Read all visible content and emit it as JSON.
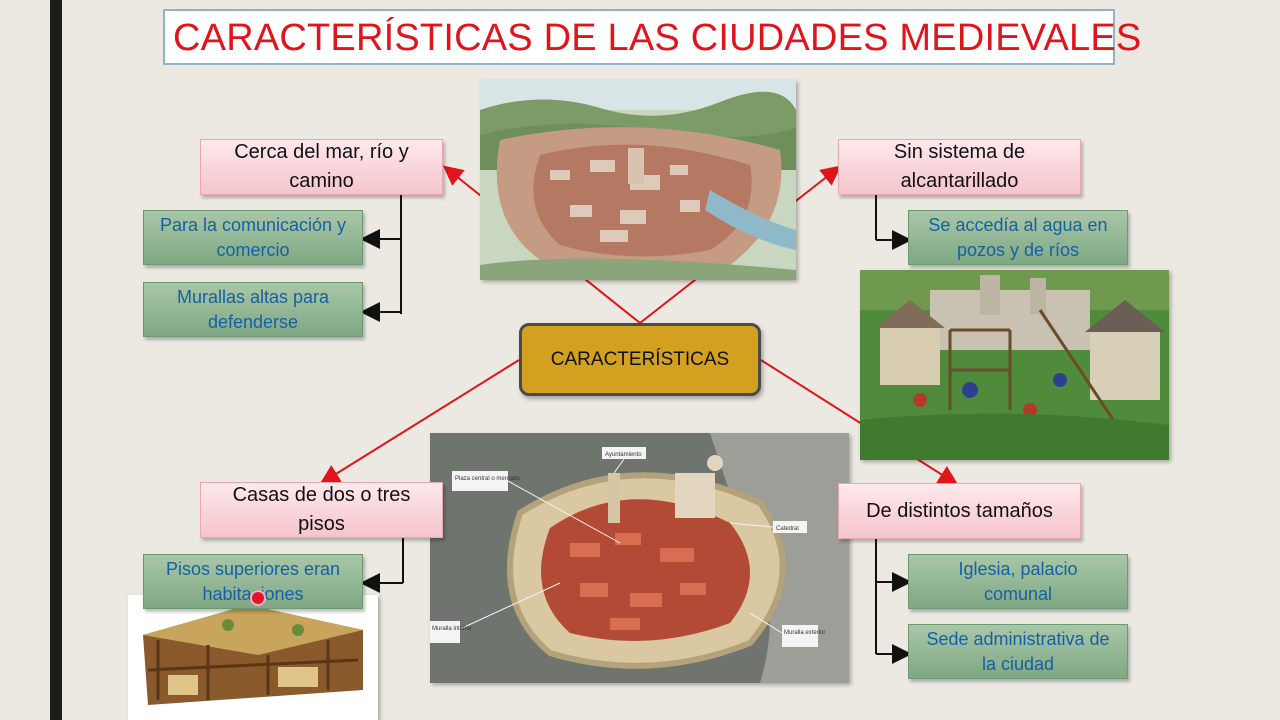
{
  "title": "CARACTERÍSTICAS DE LAS CIUDADES MEDIEVALES",
  "center": "CARACTERÍSTICAS",
  "branches": {
    "top_left": {
      "label": "Cerca del mar, río y camino",
      "items": [
        "Para la comunicación y comercio",
        "Murallas altas para defenderse"
      ]
    },
    "top_right": {
      "label": "Sin sistema de alcantarillado",
      "items": [
        "Se accedía al agua en pozos y de ríos"
      ]
    },
    "bottom_left": {
      "label": "Casas de dos o tres pisos",
      "items": [
        "Pisos superiores eran habitaciones"
      ]
    },
    "bottom_right": {
      "label": "De distintos tamaños",
      "items": [
        "Iglesia, palacio comunal",
        "Sede administrativa de la ciudad"
      ]
    }
  },
  "map_labels": {
    "ayuntamiento": "Ayuntamiento",
    "plaza": "Plaza central o mercado",
    "catedral": "Catedral",
    "muralla_int": "Muralla interior",
    "muralla_ext": "Muralla exterior"
  },
  "colors": {
    "title_red": "#e0141b",
    "arrow_red": "#e0141b",
    "center_gold": "#d3a020",
    "item_blue": "#1560a7"
  }
}
